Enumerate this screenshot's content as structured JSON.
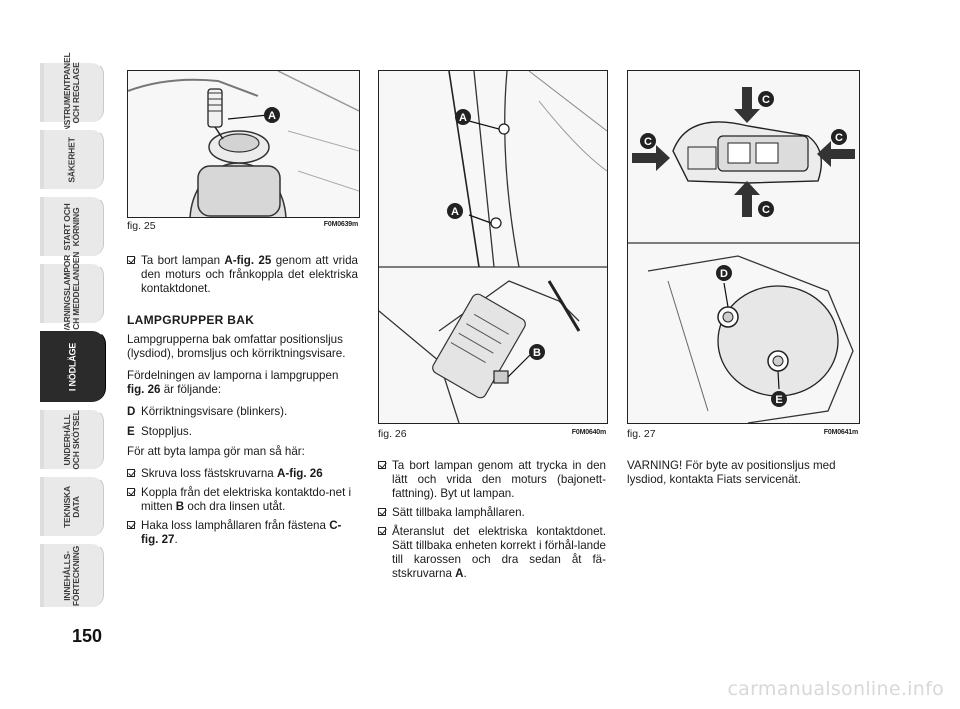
{
  "sidebar": {
    "tabs": [
      {
        "label": "INSTRUMENTPANEL\nOCH REGLAGE",
        "active": false
      },
      {
        "label": "SÄKERHET",
        "active": false
      },
      {
        "label": "START OCH\nKÖRNING",
        "active": false
      },
      {
        "label": "VARNINGSLAMPOR\nOCH MEDDELANDEN",
        "active": false
      },
      {
        "label": "I NÖDLÄGE",
        "active": true
      },
      {
        "label": "UNDERHÅLL\nOCH SKÖTSEL",
        "active": false
      },
      {
        "label": "TEKNISKA\nDATA",
        "active": false
      },
      {
        "label": "INNEHÅLLS-\nFÖRTECKNING",
        "active": false
      }
    ]
  },
  "page_number": "150",
  "figures": {
    "fig25": {
      "caption": "fig. 25",
      "code": "F0M0639m",
      "callouts": [
        "A"
      ]
    },
    "fig26": {
      "caption": "fig. 26",
      "code": "F0M0640m",
      "callouts": [
        "A",
        "A",
        "B"
      ]
    },
    "fig27": {
      "caption": "fig. 27",
      "code": "F0M0641m",
      "callouts": [
        "C",
        "C",
        "C",
        "C",
        "D",
        "E"
      ]
    }
  },
  "col1": {
    "bullet1": {
      "t1": "Ta bort lampan ",
      "b1": "A-fig. 25",
      "t2": " genom att vrida den moturs och frånkoppla det elektriska kontaktdonet."
    },
    "heading": "LAMPGRUPPER BAK",
    "para1": "Lampgrupperna bak omfattar positionsljus (lysdiod), bromsljus och körriktningsvisare.",
    "para2": {
      "t1": "Fördelningen av lamporna i lampgruppen ",
      "b1": "fig. 26",
      "t2": " är följande:"
    },
    "rowD": {
      "key": "D",
      "text": "Körriktningsvisare (blinkers)."
    },
    "rowE": {
      "key": "E",
      "text": "Stoppljus."
    },
    "para3": "För att byta lampa gör man så här:",
    "bullet2": {
      "t1": "Skruva loss fästskruvarna ",
      "b1": "A-fig. 26"
    },
    "bullet3": {
      "t1": "Koppla från det elektriska kontaktdo-net i mitten ",
      "b1": "B",
      "t2": " och dra linsen utåt."
    },
    "bullet4": {
      "t1": "Haka loss lamphållaren från fästena ",
      "b1": "C-fig. 27",
      "t2": "."
    }
  },
  "col2": {
    "bullet1": "Ta bort lampan genom att trycka in den lätt och vrida den moturs (bajonett-fattning). Byt ut lampan.",
    "bullet2": "Sätt tillbaka lamphållaren.",
    "bullet3": {
      "t1": "Återanslut det elektriska kontaktdonet. Sätt tillbaka enheten korrekt i förhål-lande till karossen och dra sedan åt fä-stskruvarna ",
      "b1": "A",
      "t2": "."
    }
  },
  "col3": {
    "warning": "VARNING! För byte av positionsljus med lysdiod, kontakta Fiats servicenät."
  },
  "watermark": "carmanualsonline.info"
}
